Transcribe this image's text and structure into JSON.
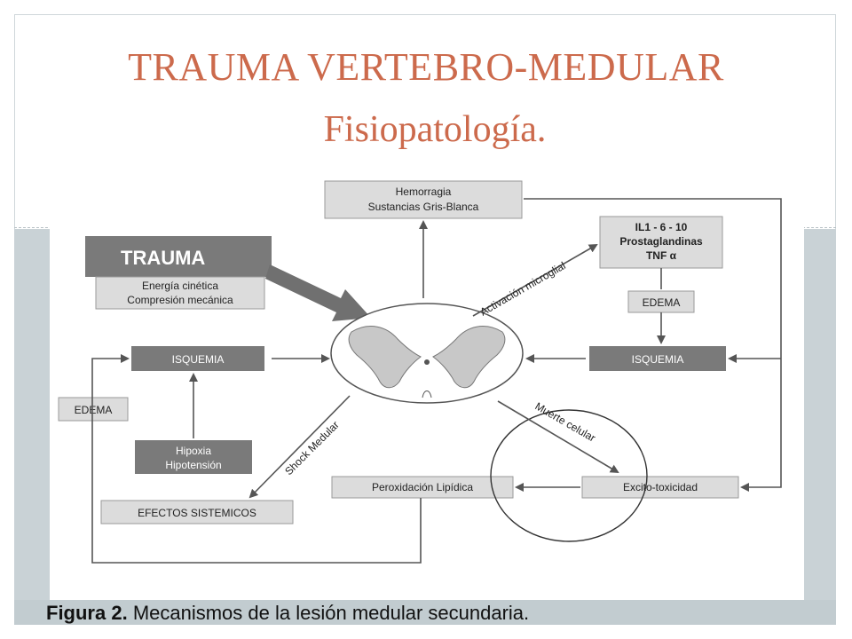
{
  "slide": {
    "title": "TRAUMA VERTEBRO-MEDULAR",
    "subtitle": "Fisiopatología."
  },
  "diagram": {
    "hemorragia_1": "Hemorragia",
    "hemorragia_2": "Sustancias Gris-Blanca",
    "il_1": "IL1 - 6 - 10",
    "il_2": "Prostaglandinas",
    "il_3": "TNF α",
    "trauma": "TRAUMA",
    "trauma_sub_1": "Energía cinética",
    "trauma_sub_2": "Compresión mecánica",
    "activacion": "Activación microglial",
    "edema_right": "EDEMA",
    "isquemia_left": "ISQUEMIA",
    "isquemia_right": "ISQUEMIA",
    "edema_left": "EDEMA",
    "hipoxia_1": "Hipoxia",
    "hipotension": "Hipotensión",
    "shock": "Shock Medular",
    "muerte": "Muerte celular",
    "peroxidacion": "Peroxidación Lipídica",
    "excito": "Excito-toxicidad",
    "efectos": "EFECTOS SISTEMICOS"
  },
  "caption": {
    "label": "Figura 2.",
    "text": "Mecanismos de la lesión medular secundaria."
  },
  "colors": {
    "title": "#cc6a4c",
    "box_fill": "#dcdcdc",
    "dark_box": "#7a7a7a",
    "arrow": "#555555"
  }
}
